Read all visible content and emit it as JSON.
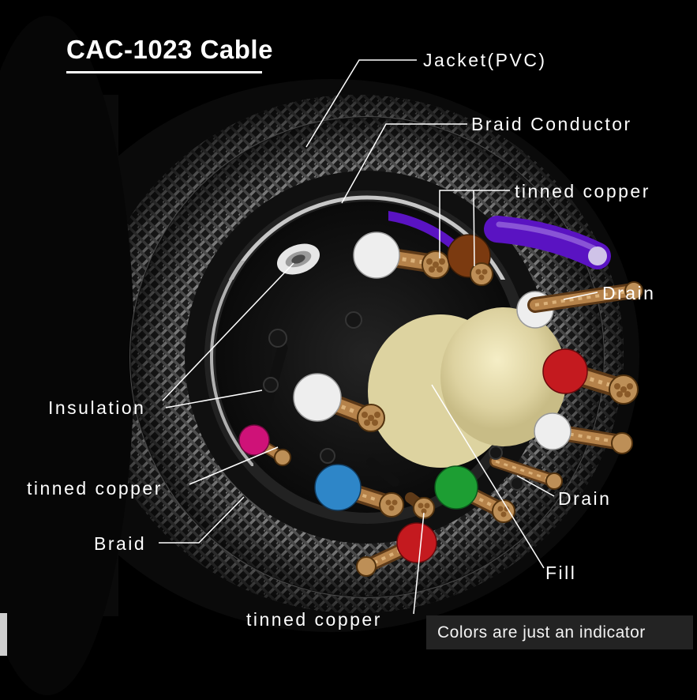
{
  "title": {
    "text": "CAC-1023 Cable"
  },
  "callouts": {
    "jacket": "Jacket(PVC)",
    "braid_conductor": "Braid Conductor",
    "tinned_copper_top": "tinned copper",
    "drain_right": "Drain",
    "insulation": "Insulation",
    "tinned_copper_left": "tinned copper",
    "braid": "Braid",
    "drain_lower": "Drain",
    "fill": "Fill",
    "tinned_copper_bottom": "tinned copper"
  },
  "note": {
    "text": "Colors are just an indicator"
  },
  "colors": {
    "background": "#000000",
    "label_text": "#ffffff",
    "leader_line": "#ffffff",
    "wire_white": "#eeeeee",
    "wire_red": "#c41a1f",
    "wire_blue": "#2e86c8",
    "wire_green": "#1d9e33",
    "wire_brown": "#7b3a10",
    "wire_purple": "#5a13c2",
    "wire_magenta": "#cf1278",
    "fill_cream": "#ddd3a0",
    "copper": "#b5824a",
    "braid_silver": "#c6c6c6",
    "note_background": "#232323"
  }
}
